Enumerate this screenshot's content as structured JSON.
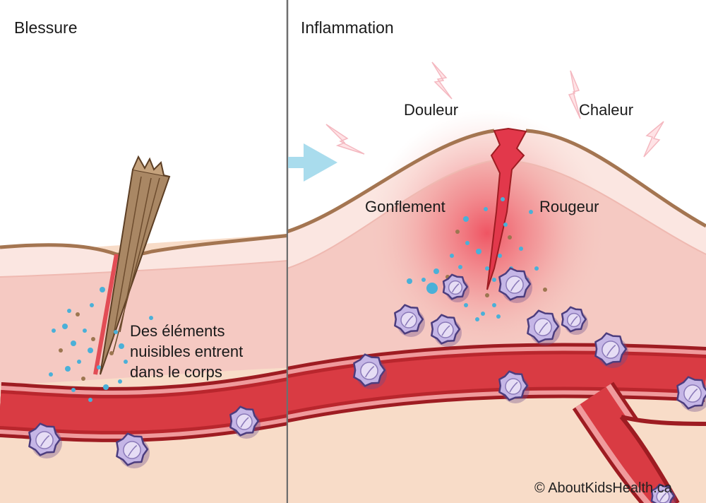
{
  "panels": {
    "left_title": "Blessure",
    "right_title": "Inflammation"
  },
  "left_caption": {
    "line1": "Des éléments",
    "line2": "nuisibles entrent",
    "line3": "dans le corps"
  },
  "signs": {
    "pain": "Douleur",
    "heat": "Chaleur",
    "swelling": "Gonflement",
    "redness": "Rougeur"
  },
  "copyright": "© AboutKidsHealth.ca",
  "colors": {
    "skin_outline": "#a47551",
    "epidermis": "#fbe6e1",
    "dermis": "#f5c9c2",
    "fat_layer": "#f8dcc8",
    "vessel_outer": "#9e1c22",
    "vessel_wall": "#f09a9c",
    "vessel_lumen": "#d93b43",
    "inflammation_glow": "#ee4052",
    "arrow": "#a9dced",
    "splinter": "#a98764",
    "cell_fill": "#c5b6e6",
    "cell_outline": "#4c3d7e",
    "particles_blue": "#4ab0d8",
    "divider": "#6e6e6e"
  },
  "icons": [
    "arrow-right-icon",
    "splinter-icon",
    "white-blood-cell-icon",
    "pain-spark-icon"
  ]
}
